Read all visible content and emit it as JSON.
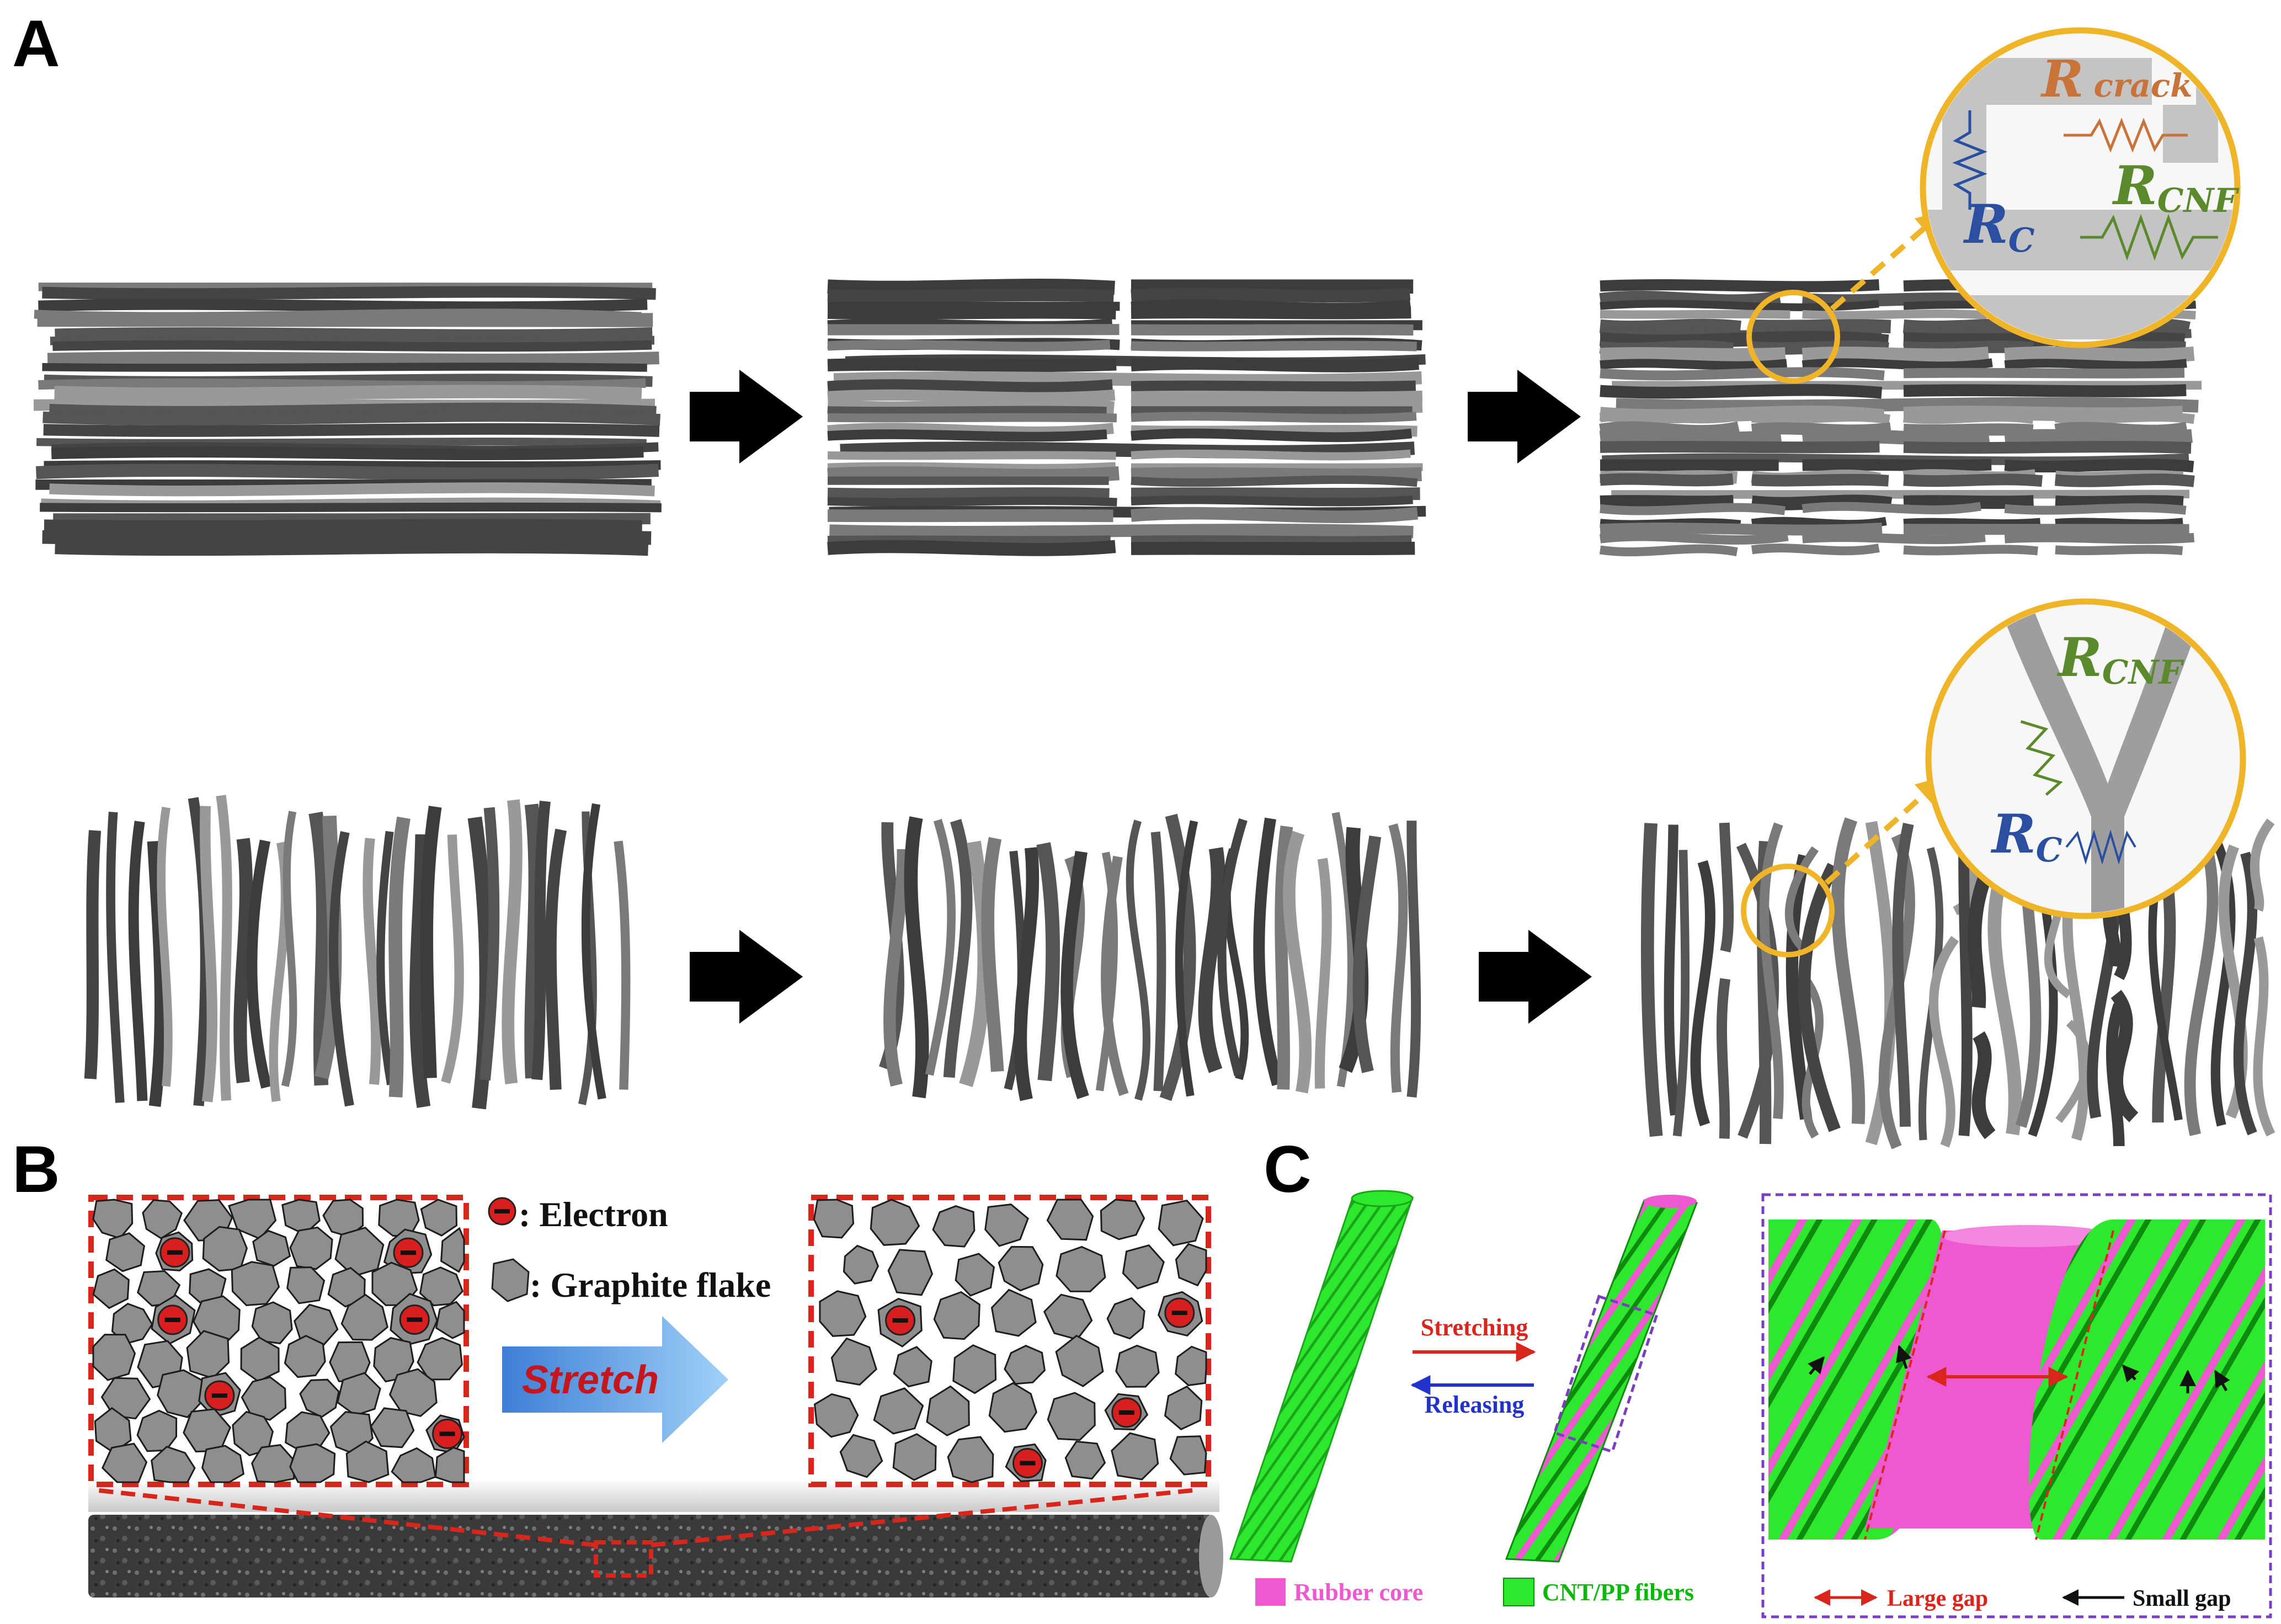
{
  "panels": {
    "a": "A",
    "b": "B",
    "c": "C"
  },
  "panel_a": {
    "r_crack_main": "R",
    "r_crack_sub": "crack",
    "r_cnf_main": "R",
    "r_cnf_sub": "CNF",
    "r_c_main": "R",
    "r_c_sub": "C",
    "colors": {
      "crack": "#c8733a",
      "cnf": "#5b8a2c",
      "contact": "#2a4fa0",
      "highlight": "#f0b429"
    }
  },
  "panel_b": {
    "legend_electron": ": Electron",
    "legend_flake": ": Graphite flake",
    "electron_symbol": "−",
    "stretch": "Stretch",
    "colors": {
      "electron": "#d81e1e",
      "flake": "#8e8e8e",
      "dash": "#d9261c"
    }
  },
  "panel_c": {
    "stretching": "Stretching",
    "releasing": "Releasing",
    "legend_rubber": "Rubber core",
    "legend_cnt": "CNT/PP fibers",
    "legend_large_gap": "Large gap",
    "legend_small_gap": "Small gap",
    "colors": {
      "rubber": "#ee58d0",
      "fiber": "#2ee82e",
      "stretch": "#d9261c",
      "release": "#2233cc",
      "box": "#8c4fd0"
    }
  }
}
